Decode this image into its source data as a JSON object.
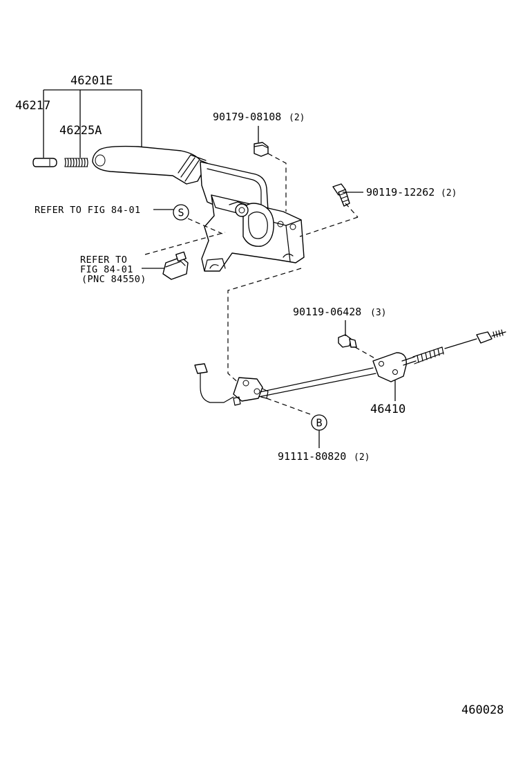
{
  "callouts": {
    "p46201E": "46201E",
    "p46217": "46217",
    "p46225A": "46225A",
    "p90179": "90179-08108",
    "p90179_qty": "(2)",
    "p90119_12262": "90119-12262",
    "p90119_12262_qty": "(2)",
    "p90119_06428": "90119-06428",
    "p90119_06428_qty": "(3)",
    "p46410": "46410",
    "p91111": "91111-80820",
    "p91111_qty": "(2)"
  },
  "references": {
    "ref1": "REFER TO FIG 84-01",
    "ref2_line1": "REFER TO",
    "ref2_line2": "FIG 84-01",
    "ref2_line3": "(PNC 84550)"
  },
  "symbols": {
    "s": "S",
    "b": "B"
  },
  "figure_number": "460028"
}
